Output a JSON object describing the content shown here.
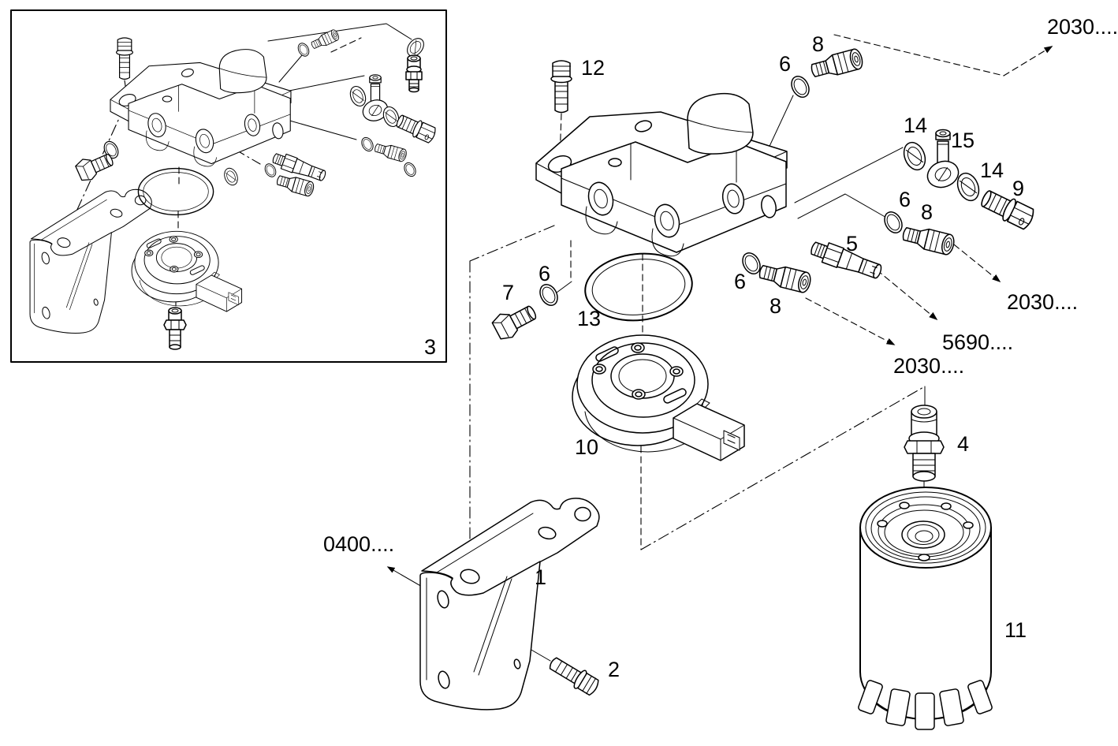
{
  "figure": {
    "kind": "exploded-parts-diagram",
    "background": "#ffffff",
    "line_color": "#000000"
  },
  "callouts": {
    "c1": "1",
    "c2": "2",
    "c3": "3",
    "c4": "4",
    "c5": "5",
    "c6_top": "6",
    "c6_right": "6",
    "c6_mid": "6",
    "c6_left": "6",
    "c7": "7",
    "c8_top": "8",
    "c8_right": "8",
    "c8_mid": "8",
    "c9": "9",
    "c10": "10",
    "c11": "11",
    "c12": "12",
    "c13": "13",
    "c14_a": "14",
    "c14_b": "14",
    "c15": "15"
  },
  "ref_codes": {
    "top_right": "2030....",
    "mid_right": "2030....",
    "mid_lower": "5690....",
    "lower": "2030....",
    "bottom_left": "0400...."
  }
}
